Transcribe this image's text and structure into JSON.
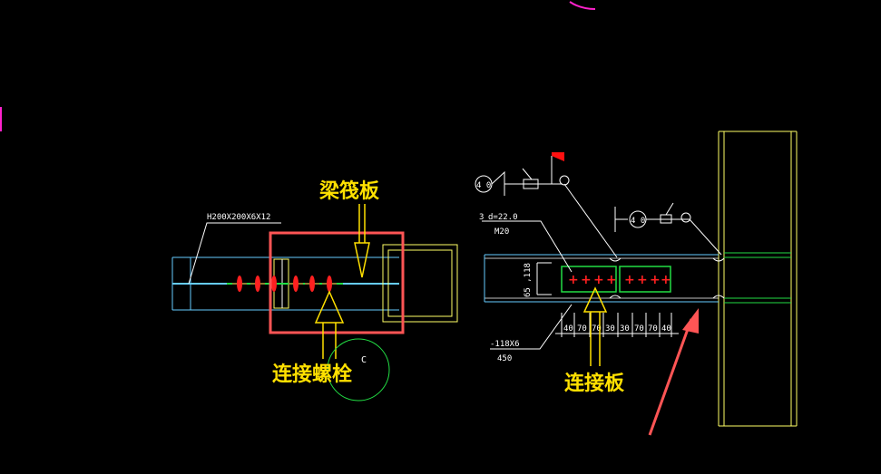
{
  "labels": {
    "flange_plate": "梁筏板",
    "connect_bolt": "连接螺栓",
    "connect_plate": "连接板"
  },
  "annotations": {
    "beam_section": "H200X200X6X12",
    "bolt_count": "3",
    "bolt_diameter": "d=22.0",
    "bolt_grade": "M20",
    "plate_spec": "-118X6",
    "plate_length": "450",
    "vertical_dim": "65 ,118",
    "weld_size_1": "4 0",
    "weld_size_2": "4 0",
    "circle_mark": "C",
    "spacing_labels": [
      "40",
      "70",
      "70",
      "30",
      "30",
      "70",
      "70",
      "40"
    ]
  },
  "colors": {
    "background": "#000000",
    "label_yellow": "#ffe000",
    "steel_yellow": "#ffff66",
    "beam_cyan": "#66ccff",
    "bolt_red": "#ff2020",
    "plate_green": "#22dd44",
    "callout_red": "#ff5555",
    "flag_red": "#ff1010",
    "magenta": "#ff22cc"
  }
}
